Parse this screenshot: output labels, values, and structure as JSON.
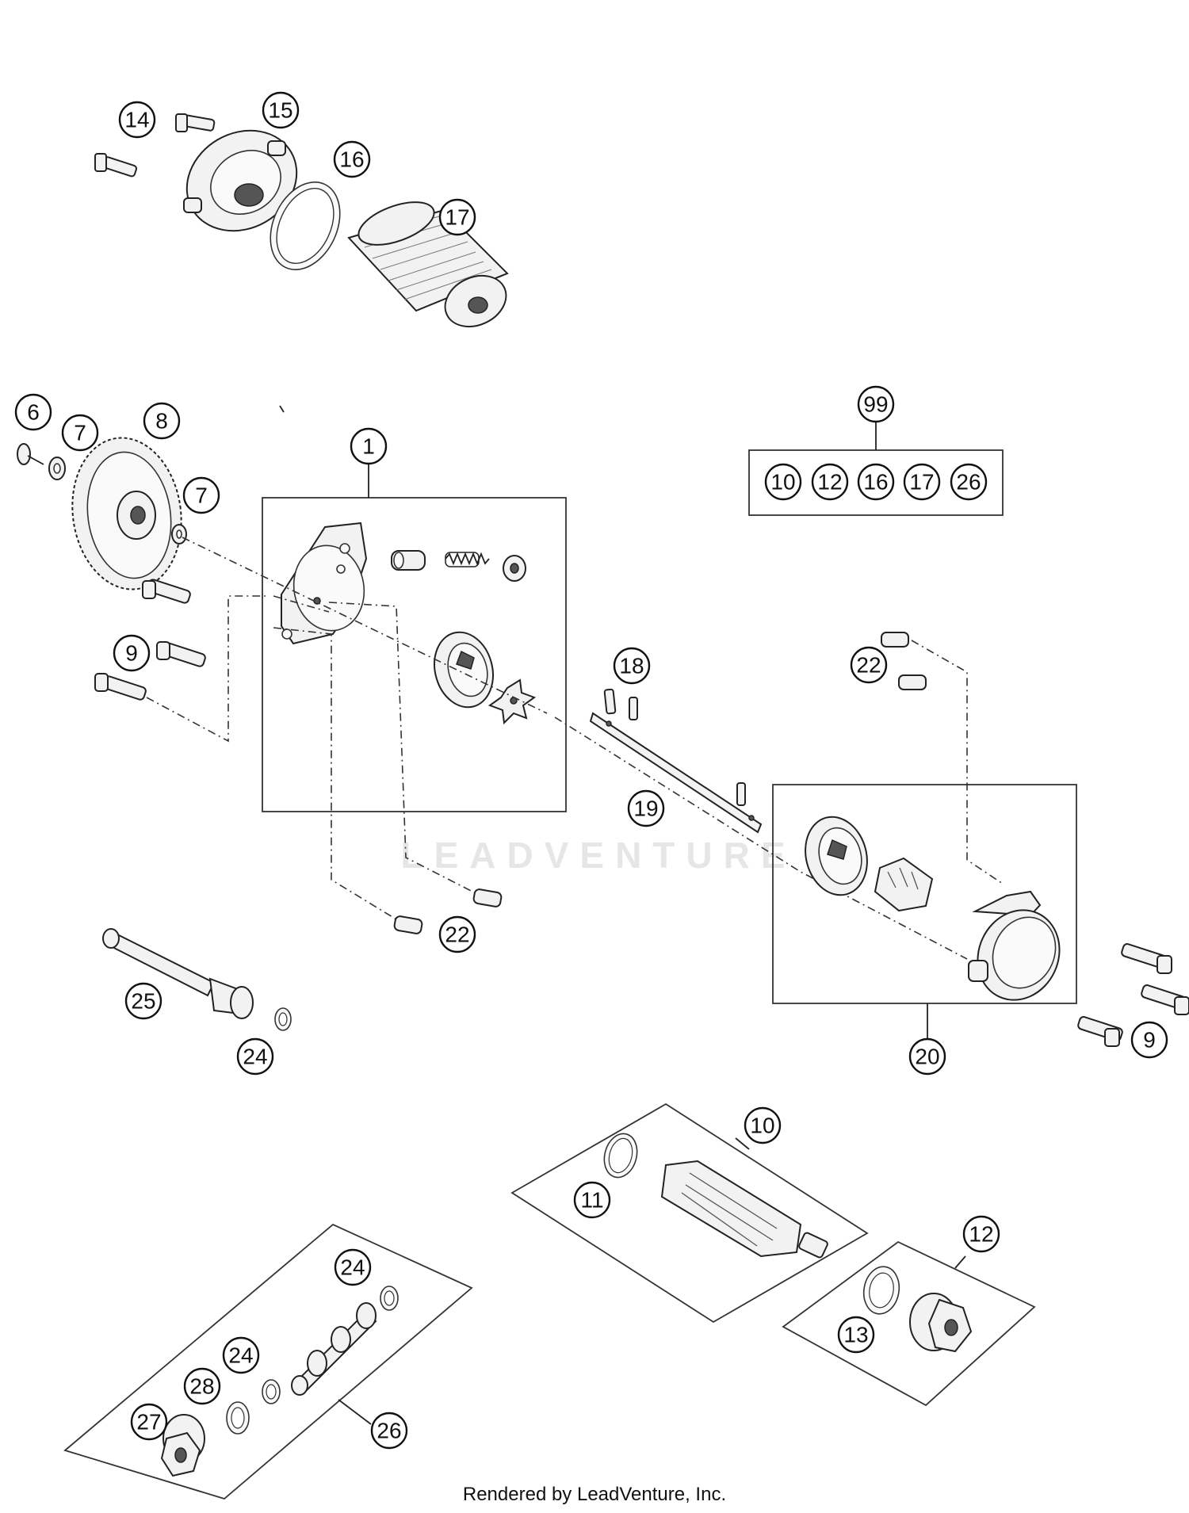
{
  "watermark": "LEADVENTURE",
  "footer": "Rendered by LeadVenture, Inc.",
  "callouts": {
    "c14": "14",
    "c15": "15",
    "c16": "16",
    "c17": "17",
    "c6": "6",
    "c7a": "7",
    "c8": "8",
    "c7b": "7",
    "c1": "1",
    "c99": "99",
    "k10": "10",
    "k12": "12",
    "k16": "16",
    "k17": "17",
    "k26": "26",
    "c9a": "9",
    "c18": "18",
    "c22a": "22",
    "c19": "19",
    "c22b": "22",
    "c25": "25",
    "c24a": "24",
    "c20": "20",
    "c9b": "9",
    "c10": "10",
    "c11": "11",
    "c12": "12",
    "c13": "13",
    "c24b": "24",
    "c24c": "24",
    "c28": "28",
    "c27": "27",
    "c26": "26"
  }
}
